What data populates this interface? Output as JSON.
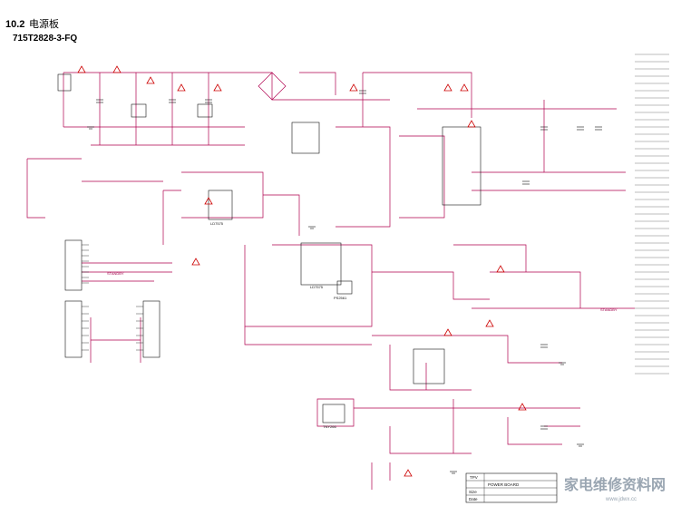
{
  "header": {
    "section_number": "10.2",
    "section_title": "电源板",
    "board_model": "715T2828-3-FQ"
  },
  "nets": {
    "standby": "STANDBY",
    "standby_right": "STANDBY"
  },
  "ic_labels": {
    "main_controller": "LD7575",
    "optocoupler": "PS2561",
    "standby_ic": "TNY266"
  },
  "title_block": {
    "company": "TPV",
    "doc_title": "POWER BOARD",
    "label_size": "Size",
    "label_date": "Date"
  },
  "watermark": {
    "text": "家电维修资料网",
    "url": "www.jdwx.cc"
  }
}
